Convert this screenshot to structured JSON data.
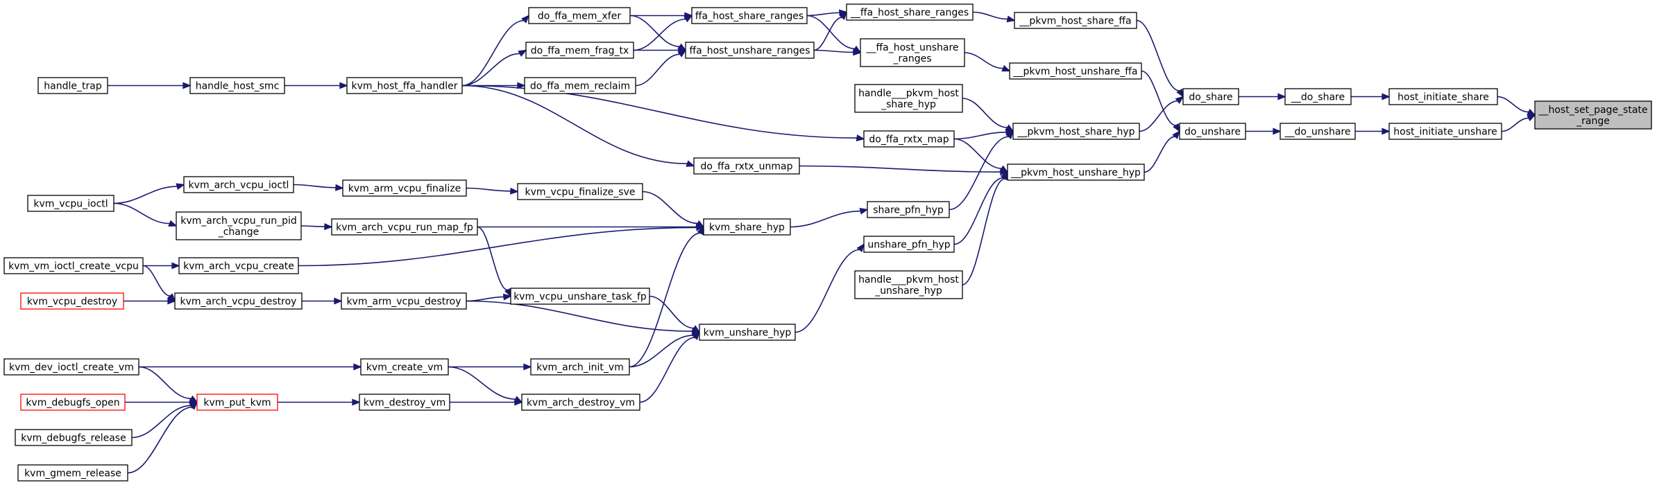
{
  "nodes": {
    "host_set_page_state_range": {
      "lines": [
        "__host_set_page_state",
        "_range"
      ],
      "highlight": true
    },
    "host_initiate_share": {
      "lines": [
        "host_initiate_share"
      ]
    },
    "host_initiate_unshare": {
      "lines": [
        "host_initiate_unshare"
      ]
    },
    "__do_share": {
      "lines": [
        "__do_share"
      ]
    },
    "__do_unshare": {
      "lines": [
        "__do_unshare"
      ]
    },
    "do_share": {
      "lines": [
        "do_share"
      ]
    },
    "do_unshare": {
      "lines": [
        "do_unshare"
      ]
    },
    "__pkvm_host_share_ffa": {
      "lines": [
        "__pkvm_host_share_ffa"
      ]
    },
    "__pkvm_host_unshare_ffa": {
      "lines": [
        "__pkvm_host_unshare_ffa"
      ]
    },
    "__pkvm_host_share_hyp": {
      "lines": [
        "__pkvm_host_share_hyp"
      ]
    },
    "__pkvm_host_unshare_hyp": {
      "lines": [
        "__pkvm_host_unshare_hyp"
      ]
    },
    "__ffa_host_share_ranges": {
      "lines": [
        "__ffa_host_share_ranges"
      ]
    },
    "__ffa_host_unshare_ranges": {
      "lines": [
        "__ffa_host_unshare",
        "_ranges"
      ]
    },
    "handle___pkvm_host_share_hyp": {
      "lines": [
        "handle___pkvm_host",
        "_share_hyp"
      ]
    },
    "do_ffa_rxtx_map": {
      "lines": [
        "do_ffa_rxtx_map"
      ]
    },
    "share_pfn_hyp": {
      "lines": [
        "share_pfn_hyp"
      ]
    },
    "unshare_pfn_hyp": {
      "lines": [
        "unshare_pfn_hyp"
      ]
    },
    "handle___pkvm_host_unshare_hyp": {
      "lines": [
        "handle___pkvm_host",
        "_unshare_hyp"
      ]
    },
    "ffa_host_share_ranges": {
      "lines": [
        "ffa_host_share_ranges"
      ]
    },
    "ffa_host_unshare_ranges": {
      "lines": [
        "ffa_host_unshare_ranges"
      ]
    },
    "do_ffa_rxtx_unmap": {
      "lines": [
        "do_ffa_rxtx_unmap"
      ]
    },
    "kvm_share_hyp": {
      "lines": [
        "kvm_share_hyp"
      ]
    },
    "kvm_unshare_hyp": {
      "lines": [
        "kvm_unshare_hyp"
      ]
    },
    "do_ffa_mem_xfer": {
      "lines": [
        "do_ffa_mem_xfer"
      ]
    },
    "do_ffa_mem_frag_tx": {
      "lines": [
        "do_ffa_mem_frag_tx"
      ]
    },
    "do_ffa_mem_reclaim": {
      "lines": [
        "do_ffa_mem_reclaim"
      ]
    },
    "kvm_vcpu_finalize_sve": {
      "lines": [
        "kvm_vcpu_finalize_sve"
      ]
    },
    "kvm_vcpu_unshare_task_fp": {
      "lines": [
        "kvm_vcpu_unshare_task_fp"
      ]
    },
    "kvm_arch_init_vm": {
      "lines": [
        "kvm_arch_init_vm"
      ]
    },
    "kvm_arch_destroy_vm": {
      "lines": [
        "kvm_arch_destroy_vm"
      ]
    },
    "kvm_host_ffa_handler": {
      "lines": [
        "kvm_host_ffa_handler"
      ]
    },
    "kvm_arm_vcpu_finalize": {
      "lines": [
        "kvm_arm_vcpu_finalize"
      ]
    },
    "kvm_arch_vcpu_run_map_fp": {
      "lines": [
        "kvm_arch_vcpu_run_map_fp"
      ]
    },
    "kvm_arm_vcpu_destroy": {
      "lines": [
        "kvm_arm_vcpu_destroy"
      ]
    },
    "kvm_create_vm": {
      "lines": [
        "kvm_create_vm"
      ]
    },
    "kvm_destroy_vm": {
      "lines": [
        "kvm_destroy_vm"
      ]
    },
    "handle_host_smc": {
      "lines": [
        "handle_host_smc"
      ]
    },
    "kvm_arch_vcpu_ioctl": {
      "lines": [
        "kvm_arch_vcpu_ioctl"
      ]
    },
    "kvm_arch_vcpu_run_pid_change": {
      "lines": [
        "kvm_arch_vcpu_run_pid",
        "_change"
      ]
    },
    "kvm_arch_vcpu_create": {
      "lines": [
        "kvm_arch_vcpu_create"
      ]
    },
    "kvm_arch_vcpu_destroy": {
      "lines": [
        "kvm_arch_vcpu_destroy"
      ]
    },
    "kvm_put_kvm": {
      "lines": [
        "kvm_put_kvm"
      ],
      "red": true
    },
    "handle_trap": {
      "lines": [
        "handle_trap"
      ]
    },
    "kvm_vcpu_ioctl": {
      "lines": [
        "kvm_vcpu_ioctl"
      ]
    },
    "kvm_vm_ioctl_create_vcpu": {
      "lines": [
        "kvm_vm_ioctl_create_vcpu"
      ]
    },
    "kvm_vcpu_destroy": {
      "lines": [
        "kvm_vcpu_destroy"
      ],
      "red": true
    },
    "kvm_dev_ioctl_create_vm": {
      "lines": [
        "kvm_dev_ioctl_create_vm"
      ]
    },
    "kvm_debugfs_open": {
      "lines": [
        "kvm_debugfs_open"
      ],
      "red": true
    },
    "kvm_debugfs_release": {
      "lines": [
        "kvm_debugfs_release"
      ]
    },
    "kvm_gmem_release": {
      "lines": [
        "kvm_gmem_release"
      ]
    }
  },
  "edges": [
    [
      "host_initiate_share",
      "host_set_page_state_range"
    ],
    [
      "host_initiate_unshare",
      "host_set_page_state_range"
    ],
    [
      "__do_share",
      "host_initiate_share"
    ],
    [
      "__do_unshare",
      "host_initiate_unshare"
    ],
    [
      "do_share",
      "__do_share"
    ],
    [
      "do_unshare",
      "__do_unshare"
    ],
    [
      "__pkvm_host_share_ffa",
      "do_share"
    ],
    [
      "__pkvm_host_share_hyp",
      "do_share"
    ],
    [
      "__pkvm_host_unshare_ffa",
      "do_unshare"
    ],
    [
      "__pkvm_host_unshare_hyp",
      "do_unshare"
    ],
    [
      "__ffa_host_share_ranges",
      "__pkvm_host_share_ffa"
    ],
    [
      "__ffa_host_unshare_ranges",
      "__pkvm_host_unshare_ffa"
    ],
    [
      "handle___pkvm_host_share_hyp",
      "__pkvm_host_share_hyp"
    ],
    [
      "do_ffa_rxtx_map",
      "__pkvm_host_share_hyp"
    ],
    [
      "share_pfn_hyp",
      "__pkvm_host_share_hyp"
    ],
    [
      "do_ffa_rxtx_map",
      "__pkvm_host_unshare_hyp"
    ],
    [
      "do_ffa_rxtx_unmap",
      "__pkvm_host_unshare_hyp"
    ],
    [
      "unshare_pfn_hyp",
      "__pkvm_host_unshare_hyp"
    ],
    [
      "handle___pkvm_host_unshare_hyp",
      "__pkvm_host_unshare_hyp"
    ],
    [
      "ffa_host_share_ranges",
      "__ffa_host_share_ranges"
    ],
    [
      "ffa_host_unshare_ranges",
      "__ffa_host_share_ranges"
    ],
    [
      "ffa_host_share_ranges",
      "__ffa_host_unshare_ranges"
    ],
    [
      "ffa_host_unshare_ranges",
      "__ffa_host_unshare_ranges"
    ],
    [
      "kvm_share_hyp",
      "share_pfn_hyp"
    ],
    [
      "kvm_unshare_hyp",
      "unshare_pfn_hyp"
    ],
    [
      "do_ffa_mem_xfer",
      "ffa_host_share_ranges"
    ],
    [
      "do_ffa_mem_frag_tx",
      "ffa_host_share_ranges"
    ],
    [
      "do_ffa_mem_xfer",
      "ffa_host_unshare_ranges"
    ],
    [
      "do_ffa_mem_frag_tx",
      "ffa_host_unshare_ranges"
    ],
    [
      "do_ffa_mem_reclaim",
      "ffa_host_unshare_ranges"
    ],
    [
      "kvm_host_ffa_handler",
      "do_ffa_mem_xfer"
    ],
    [
      "kvm_host_ffa_handler",
      "do_ffa_mem_frag_tx"
    ],
    [
      "kvm_host_ffa_handler",
      "do_ffa_mem_reclaim"
    ],
    [
      "kvm_host_ffa_handler",
      "do_ffa_rxtx_map"
    ],
    [
      "kvm_host_ffa_handler",
      "do_ffa_rxtx_unmap"
    ],
    [
      "handle_host_smc",
      "kvm_host_ffa_handler"
    ],
    [
      "handle_trap",
      "handle_host_smc"
    ],
    [
      "kvm_vcpu_finalize_sve",
      "kvm_share_hyp"
    ],
    [
      "kvm_arch_vcpu_run_map_fp",
      "kvm_share_hyp"
    ],
    [
      "kvm_arch_vcpu_create",
      "kvm_share_hyp"
    ],
    [
      "kvm_arch_init_vm",
      "kvm_share_hyp"
    ],
    [
      "kvm_vcpu_unshare_task_fp",
      "kvm_unshare_hyp"
    ],
    [
      "kvm_arm_vcpu_destroy",
      "kvm_unshare_hyp"
    ],
    [
      "kvm_arch_init_vm",
      "kvm_unshare_hyp"
    ],
    [
      "kvm_arch_destroy_vm",
      "kvm_unshare_hyp"
    ],
    [
      "kvm_arm_vcpu_finalize",
      "kvm_vcpu_finalize_sve"
    ],
    [
      "kvm_arch_vcpu_run_map_fp",
      "kvm_vcpu_unshare_task_fp"
    ],
    [
      "kvm_arm_vcpu_destroy",
      "kvm_vcpu_unshare_task_fp"
    ],
    [
      "kvm_create_vm",
      "kvm_arch_init_vm"
    ],
    [
      "kvm_create_vm",
      "kvm_arch_destroy_vm"
    ],
    [
      "kvm_destroy_vm",
      "kvm_arch_destroy_vm"
    ],
    [
      "kvm_arch_vcpu_ioctl",
      "kvm_arm_vcpu_finalize"
    ],
    [
      "kvm_arch_vcpu_run_pid_change",
      "kvm_arch_vcpu_run_map_fp"
    ],
    [
      "kvm_arch_vcpu_destroy",
      "kvm_arm_vcpu_destroy"
    ],
    [
      "kvm_dev_ioctl_create_vm",
      "kvm_create_vm"
    ],
    [
      "kvm_put_kvm",
      "kvm_destroy_vm"
    ],
    [
      "kvm_vcpu_ioctl",
      "kvm_arch_vcpu_ioctl"
    ],
    [
      "kvm_vcpu_ioctl",
      "kvm_arch_vcpu_run_pid_change"
    ],
    [
      "kvm_vm_ioctl_create_vcpu",
      "kvm_arch_vcpu_create"
    ],
    [
      "kvm_vm_ioctl_create_vcpu",
      "kvm_arch_vcpu_destroy"
    ],
    [
      "kvm_vcpu_destroy",
      "kvm_arch_vcpu_destroy"
    ],
    [
      "kvm_dev_ioctl_create_vm",
      "kvm_put_kvm"
    ],
    [
      "kvm_debugfs_open",
      "kvm_put_kvm"
    ],
    [
      "kvm_debugfs_release",
      "kvm_put_kvm"
    ],
    [
      "kvm_gmem_release",
      "kvm_put_kvm"
    ]
  ]
}
